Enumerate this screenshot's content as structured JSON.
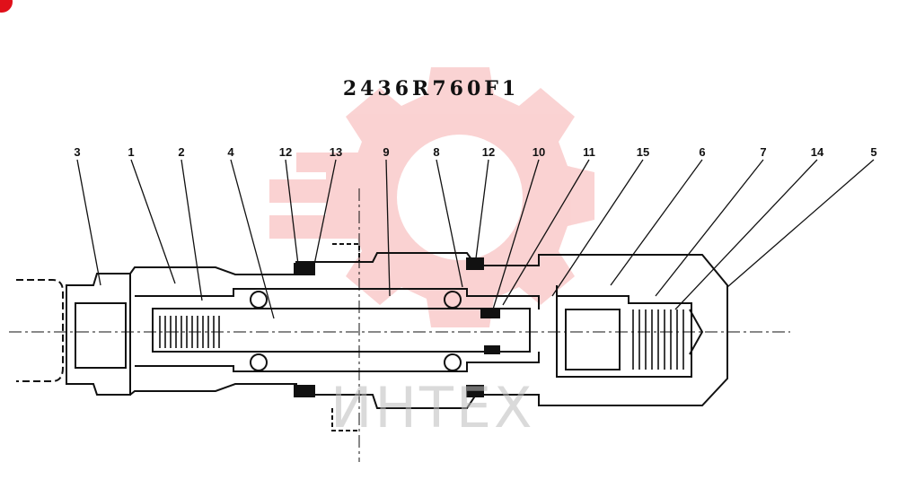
{
  "diagram": {
    "title": "2436R760F1",
    "callouts": [
      "3",
      "1",
      "2",
      "4",
      "12",
      "13",
      "9",
      "8",
      "12",
      "10",
      "11",
      "15",
      "6",
      "7",
      "14",
      "5"
    ]
  },
  "watermark": {
    "text": "ИНТЕХ",
    "logo_color": "#f4a3a3",
    "text_color": "#bdbdbd"
  },
  "colors": {
    "ink": "#111111",
    "corner_badge": "#e0101a"
  }
}
